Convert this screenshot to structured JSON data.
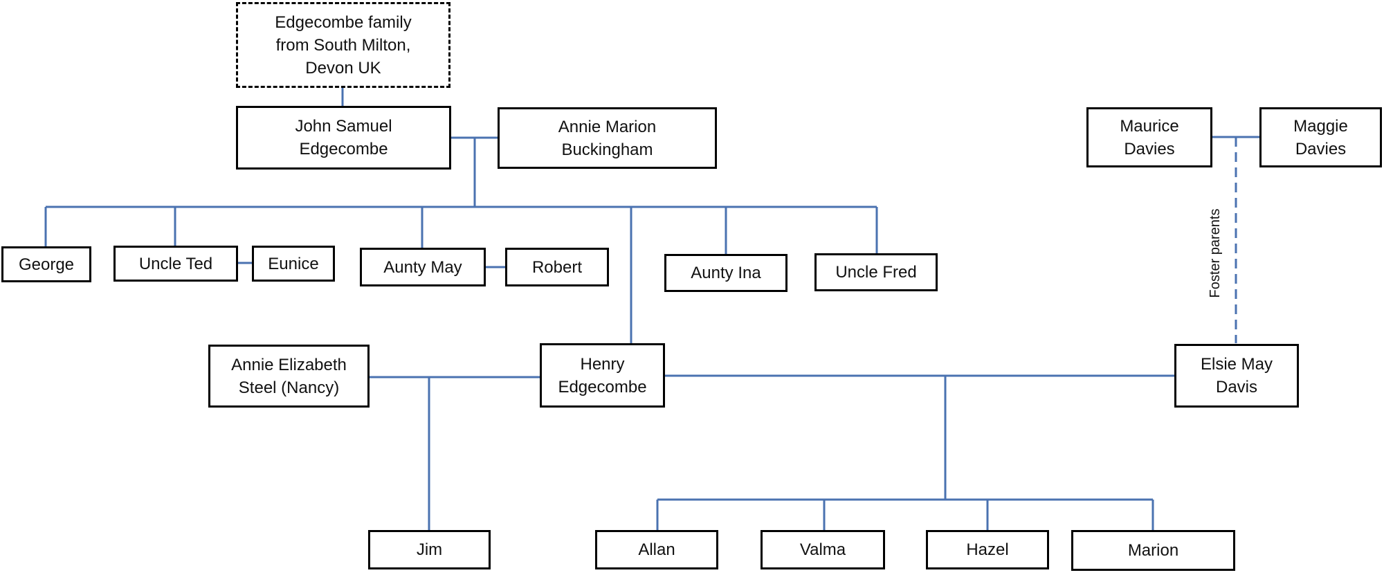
{
  "origin": {
    "text": "Edgecombe family\nfrom South Milton,\nDevon UK"
  },
  "people": {
    "john": "John Samuel\nEdgecombe",
    "annie_marion": "Annie Marion\nBuckingham",
    "george": "George",
    "uncle_ted": "Uncle Ted",
    "eunice": "Eunice",
    "aunty_may": "Aunty May",
    "robert": "Robert",
    "aunty_ina": "Aunty Ina",
    "uncle_fred": "Uncle Fred",
    "maurice": "Maurice\nDavies",
    "maggie": "Maggie\nDavies",
    "annie_elizabeth": "Annie Elizabeth\nSteel (Nancy)",
    "henry": "Henry\nEdgecombe",
    "elsie": "Elsie May\nDavis",
    "jim": "Jim",
    "allan": "Allan",
    "valma": "Valma",
    "hazel": "Hazel",
    "marion": "Marion"
  },
  "relations": {
    "foster_label": "Foster parents"
  },
  "colors": {
    "connector": "#4a72b0",
    "border": "#000000"
  }
}
